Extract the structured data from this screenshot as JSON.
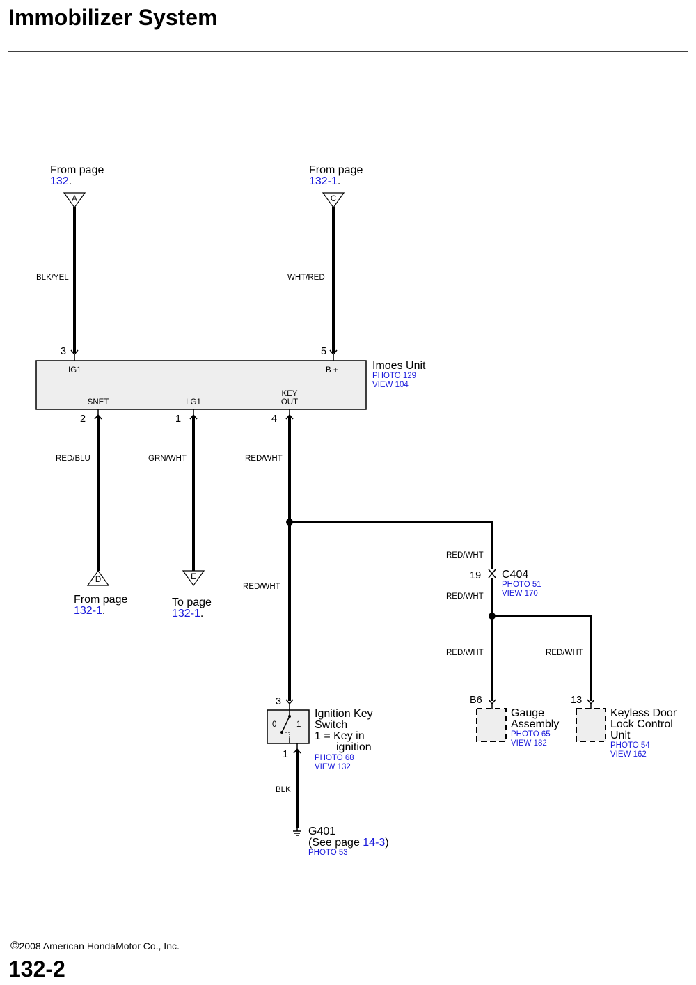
{
  "title": "Immobilizer System",
  "footer": {
    "copyright_symbol": "©",
    "copyright": "2008 American HondaMotor Co., Inc.",
    "page_number": "132-2"
  },
  "connectors": {
    "A": {
      "letter": "A",
      "text": "From page",
      "page": "132",
      "punct": "."
    },
    "C": {
      "letter": "C",
      "text": "From page",
      "page": "132-1",
      "punct": "."
    },
    "D": {
      "letter": "D",
      "text": "From page",
      "page": "132-1",
      "punct": "."
    },
    "E": {
      "letter": "E",
      "text": "To page",
      "page": "132-1",
      "punct": "."
    }
  },
  "wires": {
    "a": "BLK/YEL",
    "c": "WHT/RED",
    "snet": "RED/BLU",
    "lg1": "GRN/WHT",
    "keyout": "RED/WHT",
    "to_switch": "RED/WHT",
    "to_c404": "RED/WHT",
    "from_c404": "RED/WHT",
    "to_gauge": "RED/WHT",
    "to_keyless": "RED/WHT",
    "ground": "BLK"
  },
  "imoes": {
    "name": "Imoes Unit",
    "photo": "PHOTO 129",
    "view": "VIEW 104",
    "pin_ig1": "3",
    "term_ig1": "IG1",
    "pin_b": "5",
    "term_b": "B +",
    "pin_snet": "2",
    "term_snet": "SNET",
    "pin_lg1": "1",
    "term_lg1": "LG1",
    "pin_keyout": "4",
    "term_keyout_1": "KEY",
    "term_keyout_2": "OUT"
  },
  "c404": {
    "name": "C404",
    "pin": "19",
    "photo": "PHOTO 51",
    "view": "VIEW 170"
  },
  "ignition_switch": {
    "name_1": "Ignition Key",
    "name_2": "Switch",
    "note_1": "1 = Key in",
    "note_2": "ignition",
    "pos_0": "0",
    "pos_1": "1",
    "pin_top": "3",
    "pin_bottom": "1",
    "photo": "PHOTO 68",
    "view": "VIEW 132"
  },
  "gauge": {
    "pin": "B6",
    "name_1": "Gauge",
    "name_2": "Assembly",
    "photo": "PHOTO 65",
    "view": "VIEW 182"
  },
  "keyless": {
    "pin": "13",
    "name_1": "Keyless Door",
    "name_2": "Lock Control",
    "name_3": "Unit",
    "photo": "PHOTO 54",
    "view": "VIEW 162"
  },
  "ground": {
    "name": "G401",
    "see_prefix": "(See page ",
    "see_page": "14-3",
    "see_suffix": ")",
    "photo": "PHOTO 53"
  },
  "colors": {
    "link": "#1a1adb",
    "component_fill": "#eeeeee",
    "wire": "#000000"
  }
}
